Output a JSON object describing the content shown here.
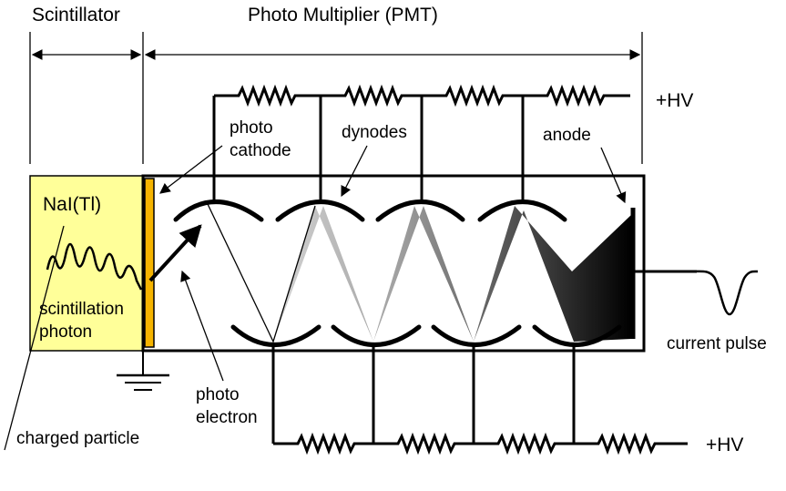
{
  "labels": {
    "scintillator": "Scintillator",
    "pmt": "Photo Multiplier (PMT)",
    "hv_top": "+HV",
    "hv_bottom": "+HV",
    "photo_cathode_1": "photo",
    "photo_cathode_2": "cathode",
    "dynodes": "dynodes",
    "anode": "anode",
    "crystal": "NaI(Tl)",
    "scintillation_photon_1": "scintillation",
    "scintillation_photon_2": "photon",
    "photo_electron_1": "photo",
    "photo_electron_2": "electron",
    "charged_particle": "charged particle",
    "current_pulse": "current pulse"
  },
  "colors": {
    "crystal_fill": "#ffff99",
    "cathode_fill": "#f5b400",
    "line": "#000000",
    "cascade_start": "#f0f0f0",
    "cascade_end": "#000000"
  },
  "counts": {
    "top_dynodes": 4,
    "bottom_dynodes": 4,
    "top_resistors": 4,
    "bottom_resistors": 4
  }
}
